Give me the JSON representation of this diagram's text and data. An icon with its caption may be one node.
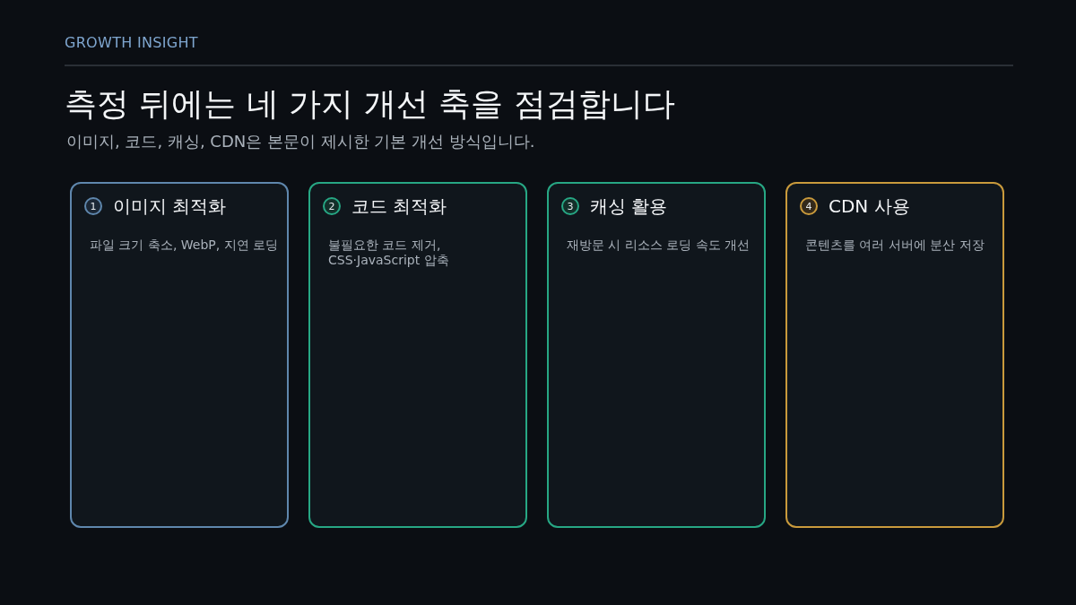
{
  "diagram": {
    "title": "측정 뒤에는 네 가지 개선 축을 점검합니다",
    "caption": "이미지, 코드, 캐싱, CDN은 본문이 제시한 기본 개선 방식입니다.",
    "nodes": [
      {
        "text": [
          "1",
          "이미지 최적화",
          "파일 크기 축소, WebP, 지연 로딩"
        ]
      },
      {
        "text": [
          "2",
          "코드 최적화",
          "불필요한 코드 제거, CSS·JavaScript 압축"
        ]
      },
      {
        "text": [
          "3",
          "캐싱 활용",
          "재방문 시 리소스 로딩 속도 개선"
        ]
      },
      {
        "text": [
          "4",
          "CDN 사용",
          "콘텐츠를 여러 서버에 분산 저장"
        ]
      }
    ],
    "edges": [],
    "labels": [
      "GROWTH INSIGHT"
    ]
  }
}
